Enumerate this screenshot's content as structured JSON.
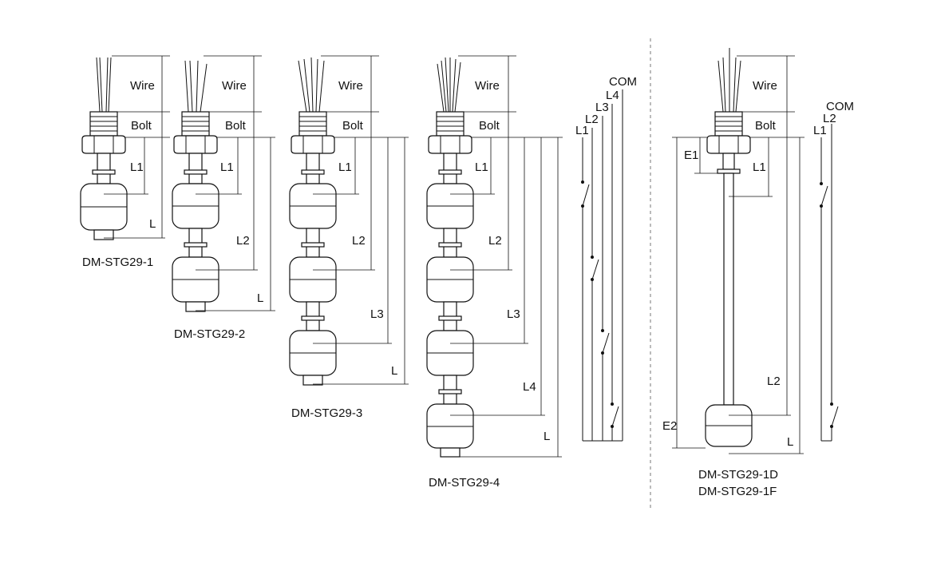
{
  "labels": {
    "wire": "Wire",
    "bolt": "Bolt",
    "com": "COM",
    "l": "L",
    "l1": "L1",
    "l2": "L2",
    "l3": "L3",
    "l4": "L4",
    "e1": "E1",
    "e2": "E2"
  },
  "models": {
    "m1": "DM-STG29-1",
    "m2": "DM-STG29-2",
    "m3": "DM-STG29-3",
    "m4": "DM-STG29-4",
    "m1d": "DM-STG29-1D",
    "m1f": "DM-STG29-1F"
  }
}
